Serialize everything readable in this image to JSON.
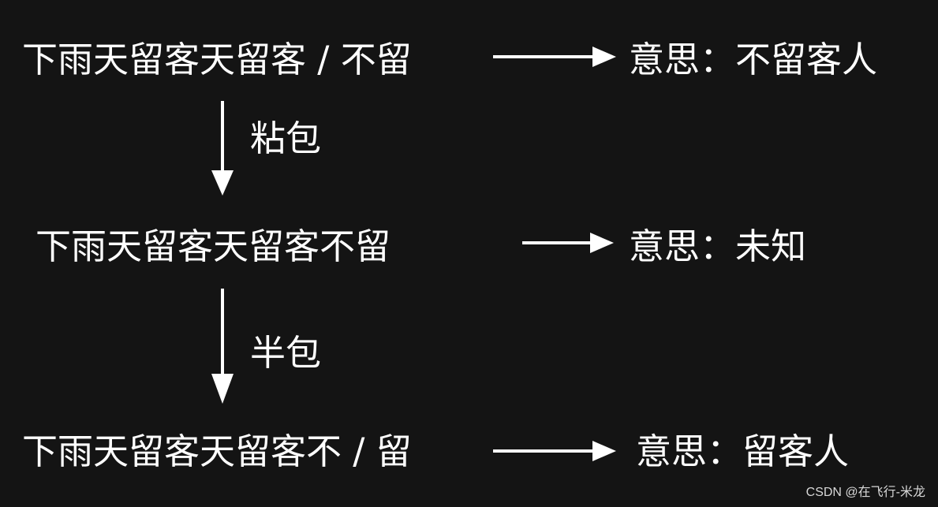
{
  "rows": [
    {
      "sentence": "下雨天留客天留客 / 不留",
      "meaning": "意思：不留客人"
    },
    {
      "sentence": "下雨天留客天留客不留",
      "meaning": "意思：未知"
    },
    {
      "sentence": "下雨天留客天留客不 / 留",
      "meaning": "意思：留客人"
    }
  ],
  "steps": [
    {
      "label": "粘包"
    },
    {
      "label": "半包"
    }
  ],
  "watermark": "CSDN @在飞行-米龙"
}
